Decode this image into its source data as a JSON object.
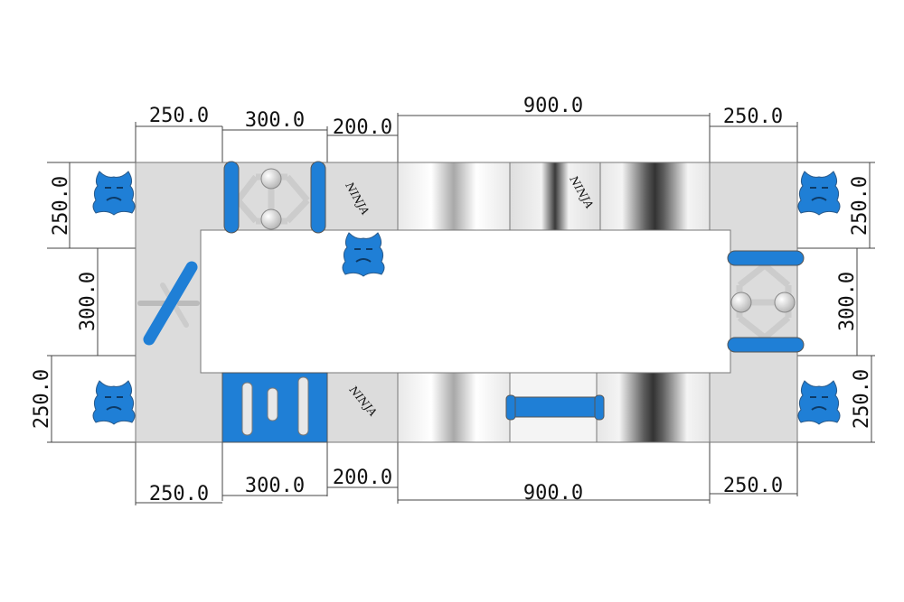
{
  "dimensions": {
    "top": [
      "250.0",
      "300.0",
      "200.0",
      "900.0",
      "250.0"
    ],
    "bottom": [
      "250.0",
      "300.0",
      "200.0",
      "900.0",
      "250.0"
    ],
    "left": [
      "250.0",
      "300.0",
      "250.0"
    ],
    "right": [
      "250.0",
      "300.0",
      "250.0"
    ]
  },
  "labels": {
    "brand_top_left": "NINJA",
    "brand_top_center": "NINJA",
    "brand_bottom_left": "NINJA"
  },
  "colors": {
    "accent_blue": "#1f7fd6",
    "base_gray": "#dcdcdc",
    "outline": "#555555"
  },
  "icons": [
    "ninja-mascot-icon",
    "cross-pole-obstacle-icon",
    "hexagon-ball-obstacle-icon"
  ]
}
